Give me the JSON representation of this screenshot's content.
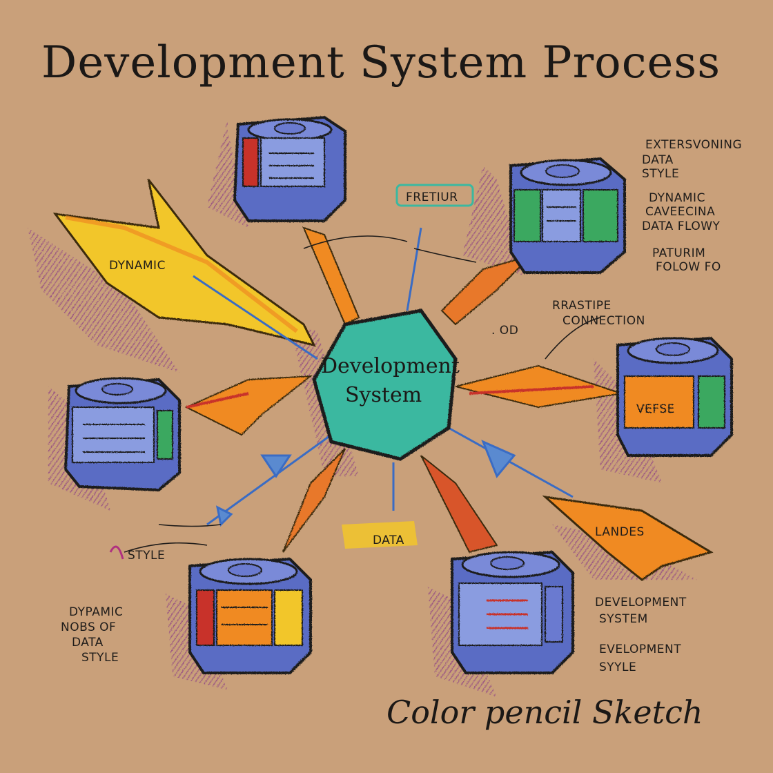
{
  "title": "Development System Process",
  "center": {
    "line1": "Development",
    "line2": "System"
  },
  "labels": {
    "dynamic": "DYNAMIC",
    "fretiur": "FRETIUR",
    "rrastipe": "RRASTIPE",
    "connection": "CONNECTION",
    "od": ". OD",
    "vefse": "VEFSE",
    "landes": "LANDES",
    "data": "DATA",
    "style": "STYLE"
  },
  "notes_top_right": [
    "EXTERSVONING",
    "DATA",
    "STYLE",
    "DYNAMIC",
    "CAVEECINA",
    "DATA FLOWY",
    "PATURIM",
    "FOLOW FO"
  ],
  "notes_bottom_left": [
    "DYPAMIC",
    "NOBS OF",
    "DATA",
    "STYLE"
  ],
  "notes_bottom_right": [
    "DEVELOPMENT",
    "SYSTEM",
    "EVELOPMENT",
    "SYYLE"
  ],
  "footer": "Color pencil Sketch",
  "colors": {
    "paper": "#c9a07a",
    "purple": "#8a3a86",
    "blue": "#5a6cc4",
    "teal": "#3bb8a0",
    "yellow": "#f2c62a",
    "orange": "#f08a22",
    "green": "#3aa860",
    "red": "#c8312a"
  },
  "icons": [
    "database-icon",
    "arrow-icon",
    "hexagon-node"
  ]
}
